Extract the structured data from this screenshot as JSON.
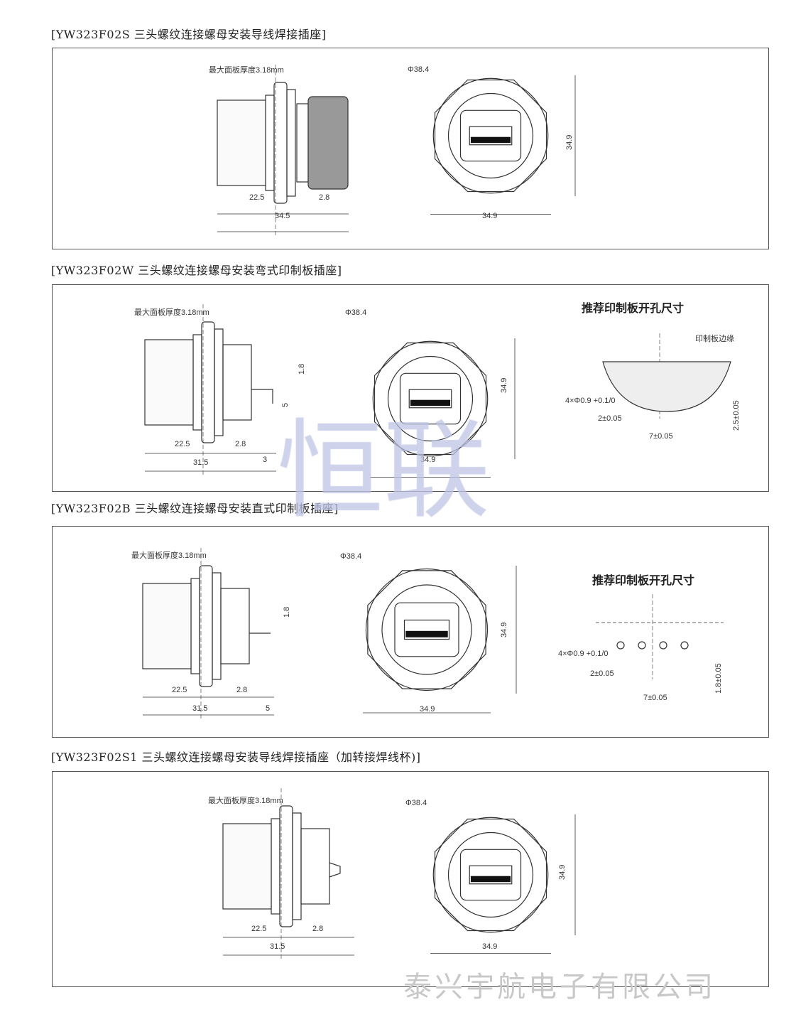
{
  "sections": [
    {
      "title": "[YW323F02S 三头螺纹连接螺母安装导线焊接插座]",
      "labels": {
        "panel": "最大面板厚度3.18mm",
        "phi": "Φ38.4",
        "a": "22.5",
        "b": "2.8",
        "total": "34.5",
        "w": "34.9",
        "h": "34.9"
      }
    },
    {
      "title": "[YW323F02W 三头螺纹连接螺母安装弯式印制板插座]",
      "labels": {
        "panel": "最大面板厚度3.18mm",
        "phi": "Φ38.4",
        "a": "22.5",
        "b": "2.8",
        "total": "31.5",
        "c": "3",
        "d1": "1.8",
        "d2": "5",
        "w": "34.9",
        "h": "34.9"
      },
      "pcb": {
        "heading": "推荐印制板开孔尺寸",
        "edge": "印制板边缘",
        "holes": "4×Φ0.9 +0.1/0",
        "pitch": "2±0.05",
        "span": "7±0.05",
        "offset": "2.5±0.05"
      }
    },
    {
      "title": "[YW323F02B 三头螺纹连接螺母安装直式印制板插座]",
      "labels": {
        "panel": "最大面板厚度3.18mm",
        "phi": "Φ38.4",
        "a": "22.5",
        "b": "2.8",
        "total": "31.5",
        "c": "5",
        "d1": "1.8",
        "w": "34.9",
        "h": "34.9"
      },
      "pcb": {
        "heading": "推荐印制板开孔尺寸",
        "holes": "4×Φ0.9 +0.1/0",
        "pitch": "2±0.05",
        "span": "7±0.05",
        "offset": "1.8±0.05"
      }
    },
    {
      "title": "[YW323F02S1 三头螺纹连接螺母安装导线焊接插座（加转接焊线杯)]",
      "labels": {
        "panel": "最大面板厚度3.18mm",
        "phi": "Φ38.4",
        "a": "22.5",
        "b": "2.8",
        "total": "31.5",
        "w": "34.9",
        "h": "34.9"
      }
    }
  ],
  "watermark": "恒联",
  "footer": "泰兴宇航电子有限公司"
}
